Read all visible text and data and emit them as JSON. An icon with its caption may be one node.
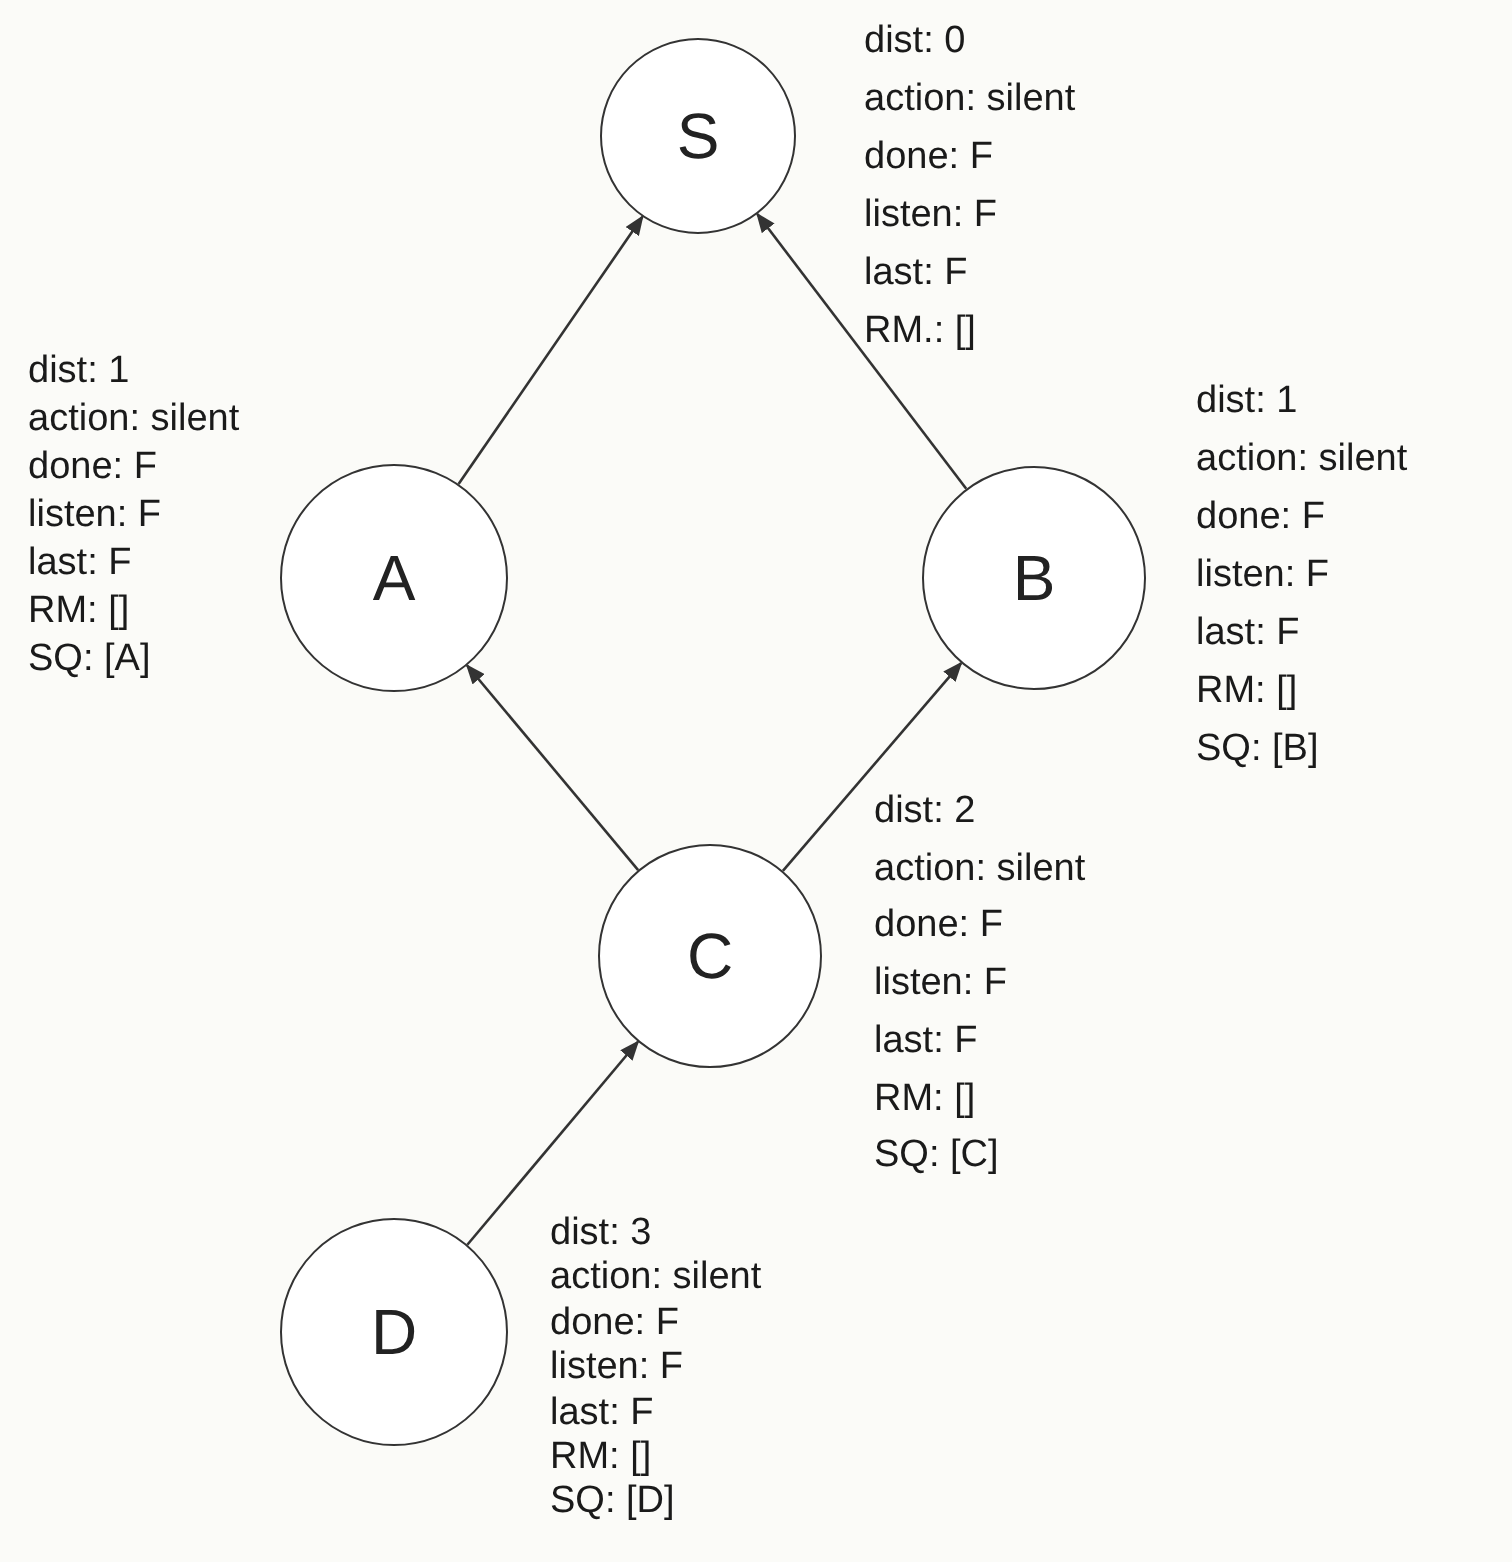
{
  "diagram": {
    "nodes": [
      {
        "text": [
          "S"
        ],
        "beside": [
          "dist: 0",
          "action: silent",
          "done: F",
          "listen: F",
          "last: F",
          "RM.: []"
        ]
      },
      {
        "text": [
          "A"
        ],
        "beside": [
          "dist: 1",
          "action: silent",
          "done: F",
          "listen: F",
          "last: F",
          "RM: []",
          "SQ: [A]"
        ]
      },
      {
        "text": [
          "B"
        ],
        "beside": [
          "dist: 1",
          "action: silent",
          "done: F",
          "listen: F",
          "last: F",
          "RM: []",
          "SQ: [B]"
        ]
      },
      {
        "text": [
          "C"
        ],
        "beside": [
          "dist: 2",
          "action: silent",
          "done: F",
          "listen: F",
          "last: F",
          "RM: []",
          "SQ: [C]"
        ]
      },
      {
        "text": [
          "D"
        ],
        "beside": [
          "dist: 3",
          "action: silent",
          "done: F",
          "listen: F",
          "last: F",
          "RM: []",
          "SQ: [D]"
        ]
      }
    ],
    "edges": [
      {
        "from": 1,
        "to": 0,
        "arrow": "to"
      },
      {
        "from": 2,
        "to": 0,
        "arrow": "to"
      },
      {
        "from": 3,
        "to": 1,
        "arrow": "to"
      },
      {
        "from": 3,
        "to": 2,
        "arrow": "to"
      },
      {
        "from": 4,
        "to": 3,
        "arrow": "to"
      }
    ]
  }
}
